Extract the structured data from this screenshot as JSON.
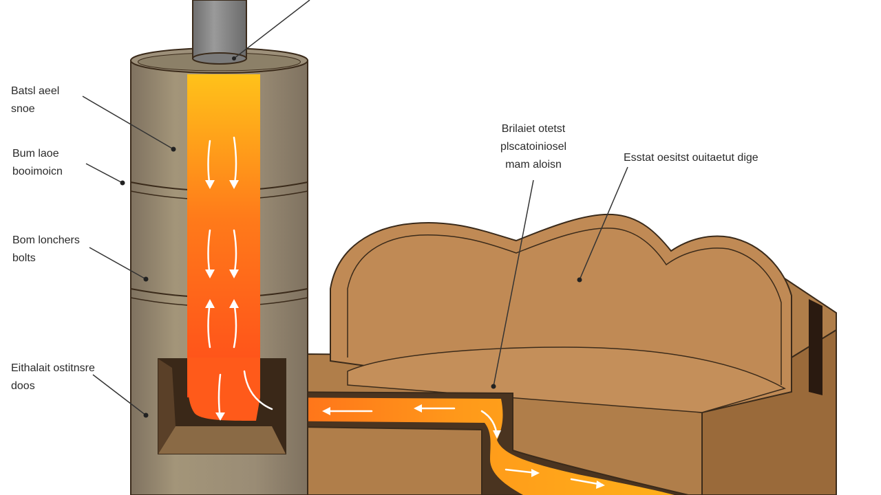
{
  "diagram": {
    "colors": {
      "background": "#ffffff",
      "barrel": "#9a8c75",
      "barrel_shade": "#7f7260",
      "chimney_pipe": "#8a8a8a",
      "flame_top": "#ffc21a",
      "flame_bottom": "#ff4a1a",
      "bench": "#c08a55",
      "bench_dark": "#a8743f",
      "bench_side": "#9a6a3a",
      "outline": "#3a2a1a",
      "leader_line": "#333333"
    },
    "labels": {
      "chimney_top": {
        "line1": "Batsl aeel",
        "line2": "snoe"
      },
      "burn_tube": {
        "line1": "Bum laoe",
        "line2": "booimoicn"
      },
      "burn_chamber": {
        "line1": "Bom lonchers",
        "line2": "bolts"
      },
      "exhaust_door": {
        "line1": "Eithalait ostitnsre",
        "line2": "doos"
      },
      "duct": {
        "line1": "Brilaiet otetst",
        "line2": "plscatoiniosel",
        "line3": "mam aloisn"
      },
      "bench": {
        "line1": "Esstat oesitst ouitaetut dige"
      }
    },
    "icons": {
      "flow_arrow": "arrow-icon"
    }
  }
}
